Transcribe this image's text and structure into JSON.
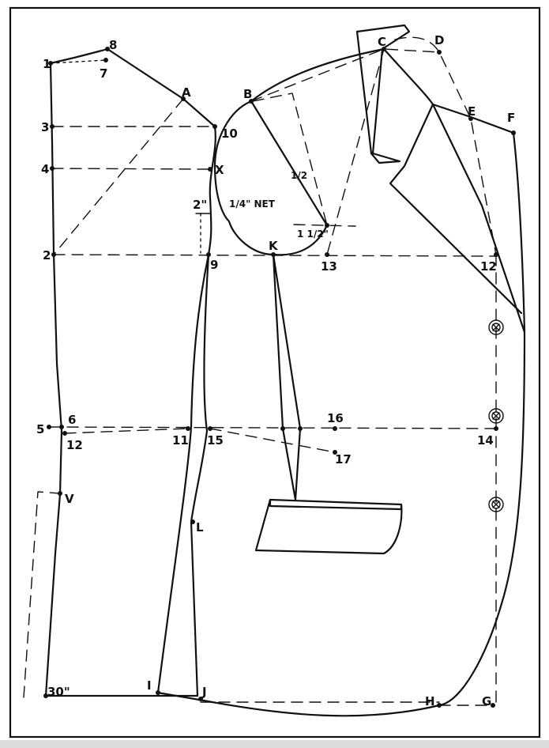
{
  "labels": {
    "p1": "1",
    "p2": "2",
    "p3": "3",
    "p4": "4",
    "p5": "5",
    "p6": "6",
    "p7": "7",
    "p8": "8",
    "p9": "9",
    "p10": "10",
    "p11": "11",
    "p12a": "12",
    "p12b": "12",
    "p13": "13",
    "p14": "14",
    "p15": "15",
    "p16": "16",
    "p17": "17",
    "pA": "A",
    "pB": "B",
    "pC": "C",
    "pD": "D",
    "pE": "E",
    "pF": "F",
    "pG": "G",
    "pH": "H",
    "pI": "I",
    "pJ": "J",
    "pK": "K",
    "pL": "L",
    "pV": "V",
    "pX": "X",
    "m30": "30\"",
    "m2in": "2\"",
    "m14net": "1/4\" NET",
    "mhalf": "1/2",
    "m1half": "1 1/2\""
  },
  "colors": {
    "ink": "#111111",
    "paper": "#ffffff",
    "footer": "#dcdcdc"
  }
}
